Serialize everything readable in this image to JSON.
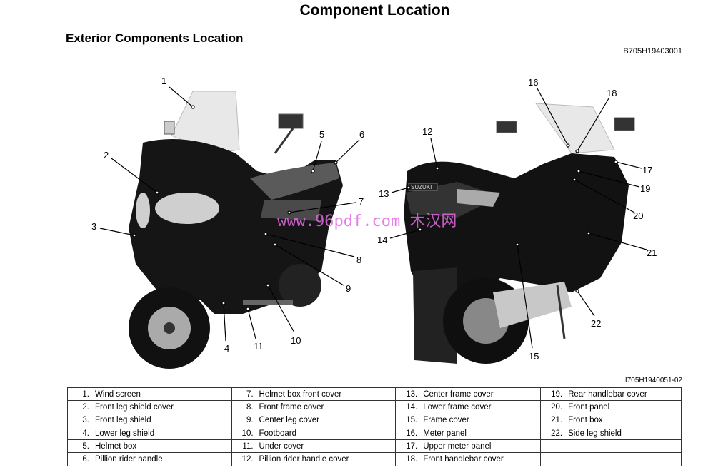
{
  "header": {
    "title": "Component Location",
    "subtitle": "Exterior Components Location",
    "doc_code": "B705H19403001"
  },
  "figure": {
    "image_code": "I705H1940051-02",
    "watermark": "www.96pdf.com 木汉网",
    "badge": "SUZUKI",
    "callouts": [
      "1",
      "2",
      "3",
      "4",
      "5",
      "6",
      "7",
      "8",
      "9",
      "10",
      "11",
      "12",
      "13",
      "14",
      "15",
      "16",
      "17",
      "18",
      "19",
      "20",
      "21",
      "22"
    ]
  },
  "legend": {
    "columns": [
      [
        {
          "num": "1.",
          "label": "Wind screen"
        },
        {
          "num": "2.",
          "label": "Front leg shield cover"
        },
        {
          "num": "3.",
          "label": "Front leg shield"
        },
        {
          "num": "4.",
          "label": "Lower leg shield"
        },
        {
          "num": "5.",
          "label": "Helmet box"
        },
        {
          "num": "6.",
          "label": "Pillion rider handle"
        }
      ],
      [
        {
          "num": "7.",
          "label": "Helmet box front cover"
        },
        {
          "num": "8.",
          "label": "Front frame cover"
        },
        {
          "num": "9.",
          "label": "Center leg cover"
        },
        {
          "num": "10.",
          "label": "Footboard"
        },
        {
          "num": "11.",
          "label": "Under cover"
        },
        {
          "num": "12.",
          "label": "Pillion rider handle cover"
        }
      ],
      [
        {
          "num": "13.",
          "label": "Center frame cover"
        },
        {
          "num": "14.",
          "label": "Lower frame cover"
        },
        {
          "num": "15.",
          "label": "Frame cover"
        },
        {
          "num": "16.",
          "label": "Meter panel"
        },
        {
          "num": "17.",
          "label": "Upper meter panel"
        },
        {
          "num": "18.",
          "label": "Front handlebar cover"
        }
      ],
      [
        {
          "num": "19.",
          "label": "Rear handlebar cover"
        },
        {
          "num": "20.",
          "label": "Front panel"
        },
        {
          "num": "21.",
          "label": "Front box"
        },
        {
          "num": "22.",
          "label": "Side leg shield"
        },
        {
          "num": "",
          "label": ""
        },
        {
          "num": "",
          "label": ""
        }
      ]
    ]
  }
}
